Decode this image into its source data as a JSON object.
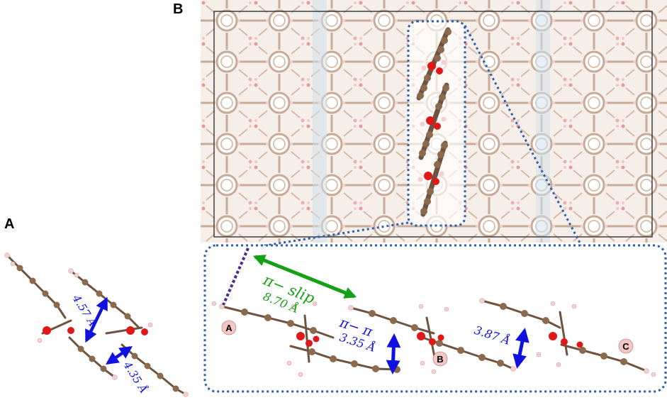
{
  "panels": {
    "a_label": "A",
    "b_label": "B"
  },
  "panel_a": {
    "distance_1": "4.57 Å",
    "distance_2": "4.35 Å"
  },
  "panel_b": {
    "slip_label": "π− slip",
    "slip_value": "8.70 Å",
    "pi_label": "π− π",
    "pi_value": "3.35 Å",
    "distance_bc": "3.87 Å",
    "molecules": [
      "A",
      "B",
      "C"
    ]
  },
  "colors": {
    "carbon": "#8b6a4e",
    "oxygen": "#e01818",
    "hydrogen": "#f2d0d0",
    "arrow_blue": "#1010e0",
    "arrow_green": "#16a016",
    "dotted_blue": "#2c5fb0",
    "slip_dashed": "#4b2b8a",
    "framework": "#c8ad98"
  }
}
